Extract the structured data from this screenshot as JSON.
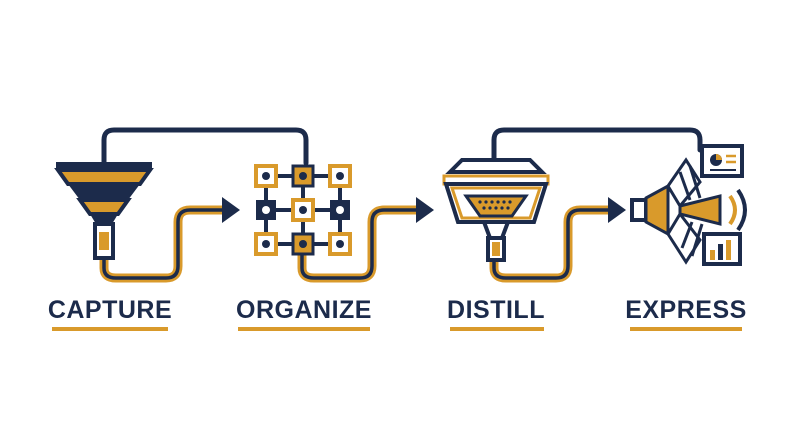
{
  "colors": {
    "navy": "#1c2b4b",
    "gold": "#d99a2b",
    "white": "#ffffff"
  },
  "steps": [
    {
      "label": "CAPTURE",
      "icon": "funnel-icon"
    },
    {
      "label": "ORGANIZE",
      "icon": "grid-network-icon"
    },
    {
      "label": "DISTILL",
      "icon": "filter-press-icon"
    },
    {
      "label": "EXPRESS",
      "icon": "megaphone-presentation-icon"
    }
  ]
}
